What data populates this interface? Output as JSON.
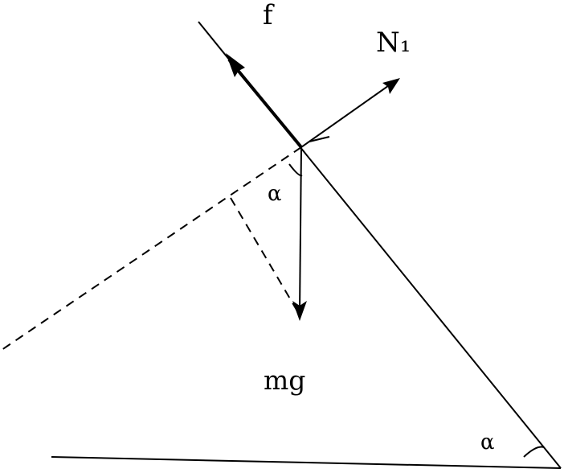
{
  "labels": {
    "friction": "f",
    "normal": "N₁",
    "angle_top": "α",
    "weight": "mg",
    "angle_bottom": "α"
  },
  "colors": {
    "stroke": "#000000",
    "background": "#ffffff"
  }
}
